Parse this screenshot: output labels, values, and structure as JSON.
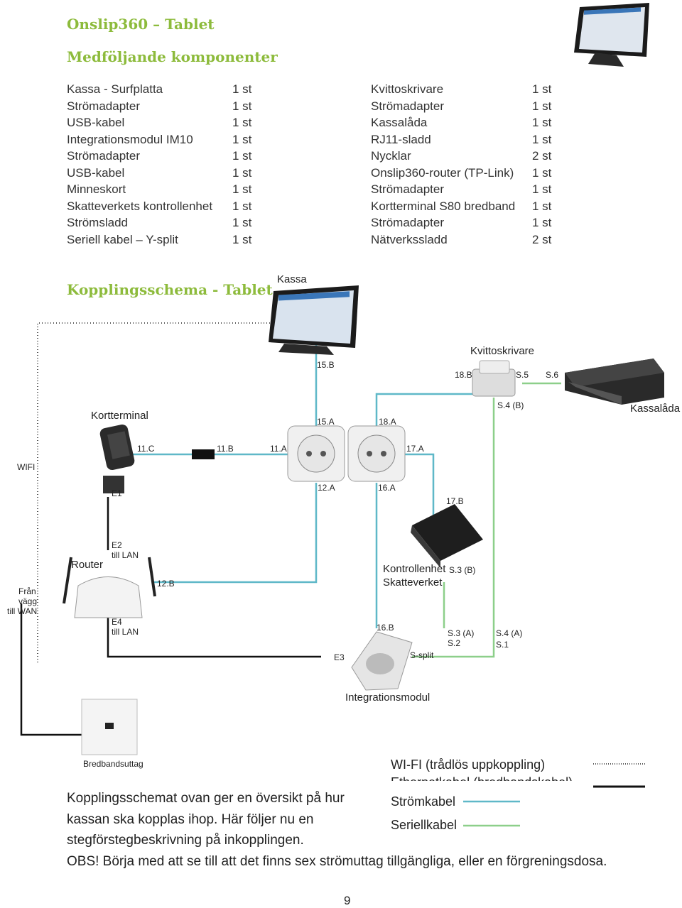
{
  "header": {
    "title": "Onslip360 – Tablet",
    "components_heading": "Medföljande komponenter"
  },
  "components_left": [
    {
      "name": "Kassa - Surfplatta",
      "qty": "1 st"
    },
    {
      "name": "Strömadapter",
      "qty": "1 st"
    },
    {
      "name": "USB-kabel",
      "qty": "1 st"
    },
    {
      "name": "Integrationsmodul IM10",
      "qty": "1 st"
    },
    {
      "name": "Strömadapter",
      "qty": "1 st"
    },
    {
      "name": "USB-kabel",
      "qty": "1 st"
    },
    {
      "name": "Minneskort",
      "qty": "1 st"
    },
    {
      "name": "Skatteverkets kontrollenhet",
      "qty": "1 st"
    },
    {
      "name": "Strömsladd",
      "qty": "1 st"
    },
    {
      "name": "Seriell kabel – Y-split",
      "qty": "1 st"
    }
  ],
  "components_right": [
    {
      "name": "Kvittoskrivare",
      "qty": "1 st"
    },
    {
      "name": "Strömadapter",
      "qty": "1 st"
    },
    {
      "name": "Kassalåda",
      "qty": "1 st"
    },
    {
      "name": "RJ11-sladd",
      "qty": "1 st"
    },
    {
      "name": "Nycklar",
      "qty": "2 st"
    },
    {
      "name": "Onslip360-router (TP-Link)",
      "qty": "1 st"
    },
    {
      "name": "Strömadapter",
      "qty": "1 st"
    },
    {
      "name": "Kortterminal S80 bredband",
      "qty": "1 st"
    },
    {
      "name": "Strömadapter",
      "qty": "1 st"
    },
    {
      "name": "Nätverkssladd",
      "qty": "2 st"
    }
  ],
  "schema": {
    "heading": "Kopplingsschema - Tablet",
    "devices": {
      "kassa": "Kassa",
      "kvittoskrivare": "Kvittoskrivare",
      "kassalada": "Kassalåda",
      "kortterminal": "Kortterminal",
      "wifi": "WIFI",
      "router": "Router",
      "kontrollenhet_1": "Kontrollenhet",
      "kontrollenhet_2": "Skatteverket",
      "fran_vagg_1": "Från",
      "fran_vagg_2": "vägg",
      "fran_vagg_3": "till WAN",
      "integrationsmodul": "Integrationsmodul",
      "bredbandsuttag": "Bredbandsuttag"
    },
    "ports": {
      "p15b": "15.B",
      "p18b": "18.B",
      "s5": "S.5",
      "s6": "S.6",
      "s4b": "S.4 (B)",
      "p15a": "15.A",
      "p18a": "18.A",
      "p11c": "11.C",
      "p11b": "11.B",
      "p11a": "11.A",
      "p17a": "17.A",
      "p12a": "12.A",
      "p16a": "16.A",
      "p17b": "17.B",
      "e1": "E1",
      "e2": "E2",
      "e2_sub": "till LAN",
      "p12b": "12.B",
      "s3b": "S.3 (B)",
      "e4": "E4",
      "e4_sub": "till LAN",
      "p16b": "16.B",
      "s3a": "S.3 (A)",
      "s2": "S.2",
      "s4a": "S.4 (A)",
      "s1": "S.1",
      "e3": "E3",
      "ssplit": "S-split"
    },
    "legend": {
      "wifi": "WI-FI (trådlös uppkoppling)",
      "ethernet": "Ethernetkabel (bredbandskabel)",
      "strom": "Strömkabel",
      "seriell": "Seriellkabel"
    },
    "colors": {
      "ethernet": "#111111",
      "wifi": "#555555",
      "strom": "#5fb8c8",
      "seriell": "#8dcf8a",
      "heading": "#8dbb3c"
    }
  },
  "footer": {
    "paragraph": "Kopplingsschemat ovan ger en översikt på hur kassan ska kopplas ihop. Här följer nu en stegförstegbeskrivning på inkopplingen.",
    "obs": "OBS! Börja med att se till att det finns sex strömuttag tillgängliga, eller en förgreningsdosa.",
    "page_number": "9"
  }
}
